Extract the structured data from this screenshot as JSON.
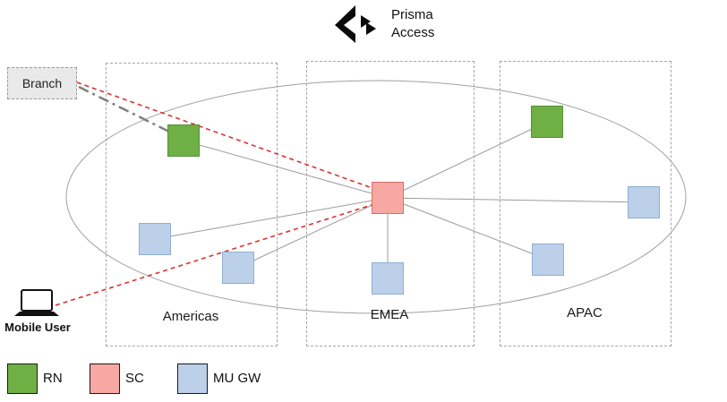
{
  "title": {
    "line1": "Prisma",
    "line2": "Access"
  },
  "branch": {
    "label": "Branch"
  },
  "mobile_user": {
    "label": "Mobile User"
  },
  "regions": [
    {
      "id": "americas",
      "label": "Americas",
      "nodes": [
        "RN",
        "MU GW",
        "MU GW"
      ]
    },
    {
      "id": "emea",
      "label": "EMEA",
      "nodes": [
        "SC",
        "MU GW"
      ]
    },
    {
      "id": "apac",
      "label": "APAC",
      "nodes": [
        "RN",
        "MU GW",
        "MU GW"
      ]
    }
  ],
  "legend": [
    {
      "label": "RN",
      "color": "#6fb045"
    },
    {
      "label": "SC",
      "color": "#f7a8a3"
    },
    {
      "label": "MU GW",
      "color": "#bcd0ea"
    }
  ],
  "connections": {
    "solid_gray_from_sc": [
      "rn-americas",
      "mugw-americas-1",
      "mugw-americas-2",
      "mugw-emea",
      "rn-apac",
      "mugw-apac-1",
      "mugw-apac-2"
    ],
    "red_dashed": [
      "branch to sc-emea",
      "mobile-user to sc-emea"
    ],
    "gray_dashdot": [
      "branch to rn-americas"
    ]
  },
  "colors": {
    "rn_fill": "#6fb045",
    "sc_fill": "#f7a8a3",
    "mugw_fill": "#bcd0ea",
    "red_line": "#e03030",
    "gray_line": "#a0a0a0"
  }
}
